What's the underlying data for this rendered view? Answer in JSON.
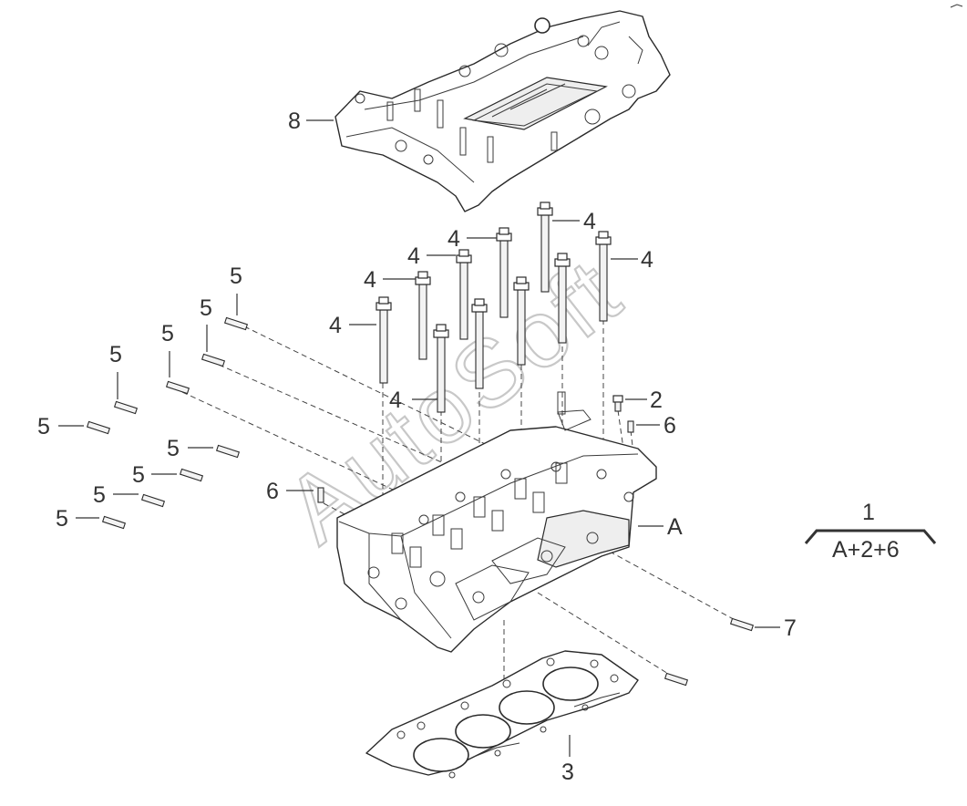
{
  "watermark": "AutoSoft",
  "callouts": {
    "c8": "8",
    "c4a": "4",
    "c4b": "4",
    "c4c": "4",
    "c4d": "4",
    "c4e": "4",
    "c4f": "4",
    "c4g": "4",
    "c5a": "5",
    "c5b": "5",
    "c5c": "5",
    "c5d": "5",
    "c5e": "5",
    "c5f": "5",
    "c5g": "5",
    "c5h": "5",
    "c5i": "5",
    "c6a": "6",
    "c6b": "6",
    "c2": "2",
    "cA": "A",
    "c7": "7",
    "c3": "3"
  },
  "kit": {
    "number": "1",
    "contents": "A+2+6"
  },
  "icons": [
    "camshaft-housing-icon",
    "cylinder-head-icon",
    "head-gasket-icon",
    "head-bolt-icon",
    "stud-icon",
    "dowel-pin-icon"
  ]
}
